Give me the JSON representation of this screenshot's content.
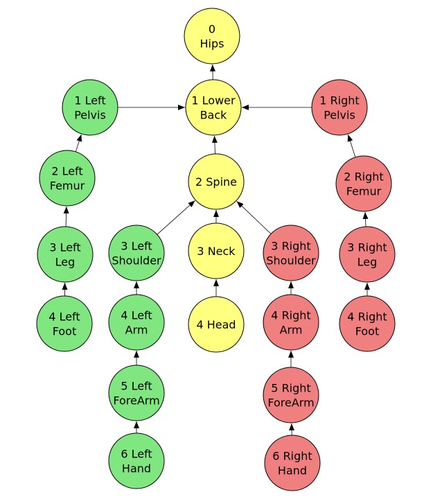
{
  "colors": {
    "left": "#80e680",
    "center": "#ffff80",
    "right": "#f08080",
    "stroke": "#000000"
  },
  "nodes": [
    {
      "id": "hips",
      "group": "center",
      "lines": [
        "0",
        "Hips"
      ]
    },
    {
      "id": "lower_back",
      "group": "center",
      "lines": [
        "1 Lower",
        "Back"
      ]
    },
    {
      "id": "left_pelvis",
      "group": "left",
      "lines": [
        "1 Left",
        "Pelvis"
      ]
    },
    {
      "id": "right_pelvis",
      "group": "right",
      "lines": [
        "1 Right",
        "Pelvis"
      ]
    },
    {
      "id": "spine",
      "group": "center",
      "lines": [
        "2 Spine"
      ]
    },
    {
      "id": "left_femur",
      "group": "left",
      "lines": [
        "2 Left",
        "Femur"
      ]
    },
    {
      "id": "right_femur",
      "group": "right",
      "lines": [
        "2 Right",
        "Femur"
      ]
    },
    {
      "id": "left_leg",
      "group": "left",
      "lines": [
        "3 Left",
        "Leg"
      ]
    },
    {
      "id": "left_shoulder",
      "group": "left",
      "lines": [
        "3 Left",
        "Shoulder"
      ]
    },
    {
      "id": "neck",
      "group": "center",
      "lines": [
        "3 Neck"
      ]
    },
    {
      "id": "right_shoulder",
      "group": "right",
      "lines": [
        "3 Right",
        "Shoulder"
      ]
    },
    {
      "id": "right_leg",
      "group": "right",
      "lines": [
        "3 Right",
        "Leg"
      ]
    },
    {
      "id": "left_foot",
      "group": "left",
      "lines": [
        "4 Left",
        "Foot"
      ]
    },
    {
      "id": "left_arm",
      "group": "left",
      "lines": [
        "4 Left",
        "Arm"
      ]
    },
    {
      "id": "head",
      "group": "center",
      "lines": [
        "4 Head"
      ]
    },
    {
      "id": "right_arm",
      "group": "right",
      "lines": [
        "4 Right",
        "Arm"
      ]
    },
    {
      "id": "right_foot",
      "group": "right",
      "lines": [
        "4 Right",
        "Foot"
      ]
    },
    {
      "id": "left_forearm",
      "group": "left",
      "lines": [
        "5 Left",
        "ForeArm"
      ]
    },
    {
      "id": "right_forearm",
      "group": "right",
      "lines": [
        "5 Right",
        "ForeArm"
      ]
    },
    {
      "id": "left_hand",
      "group": "left",
      "lines": [
        "6 Left",
        "Hand"
      ]
    },
    {
      "id": "right_hand",
      "group": "right",
      "lines": [
        "6 Right",
        "Hand"
      ]
    }
  ],
  "edges": [
    {
      "from": "lower_back",
      "to": "hips"
    },
    {
      "from": "left_pelvis",
      "to": "lower_back"
    },
    {
      "from": "right_pelvis",
      "to": "lower_back"
    },
    {
      "from": "spine",
      "to": "lower_back"
    },
    {
      "from": "left_femur",
      "to": "left_pelvis"
    },
    {
      "from": "right_femur",
      "to": "right_pelvis"
    },
    {
      "from": "left_leg",
      "to": "left_femur"
    },
    {
      "from": "right_leg",
      "to": "right_femur"
    },
    {
      "from": "left_foot",
      "to": "left_leg"
    },
    {
      "from": "right_foot",
      "to": "right_leg"
    },
    {
      "from": "left_shoulder",
      "to": "spine"
    },
    {
      "from": "neck",
      "to": "spine"
    },
    {
      "from": "right_shoulder",
      "to": "spine"
    },
    {
      "from": "left_arm",
      "to": "left_shoulder"
    },
    {
      "from": "head",
      "to": "neck"
    },
    {
      "from": "right_arm",
      "to": "right_shoulder"
    },
    {
      "from": "left_forearm",
      "to": "left_arm"
    },
    {
      "from": "right_forearm",
      "to": "right_arm"
    },
    {
      "from": "left_hand",
      "to": "left_forearm"
    },
    {
      "from": "right_hand",
      "to": "right_forearm"
    }
  ]
}
